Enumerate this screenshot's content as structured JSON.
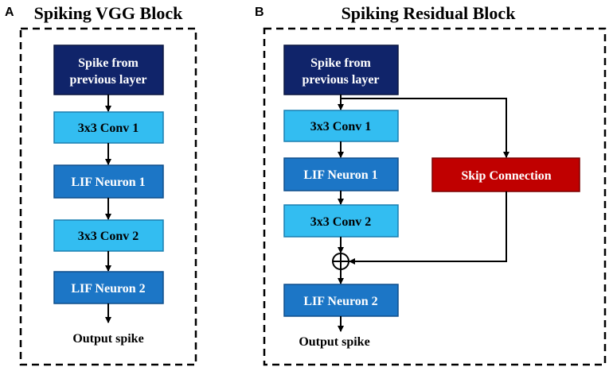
{
  "panel_a": {
    "letter": "A",
    "title": "Spiking VGG Block",
    "input_line1": "Spike from",
    "input_line2": "previous layer",
    "conv1": "3x3 Conv 1",
    "lif1": "LIF Neuron 1",
    "conv2": "3x3 Conv 2",
    "lif2": "LIF Neuron 2",
    "output": "Output spike"
  },
  "panel_b": {
    "letter": "B",
    "title": "Spiking Residual Block",
    "input_line1": "Spike from",
    "input_line2": "previous layer",
    "conv1": "3x3 Conv 1",
    "lif1": "LIF Neuron 1",
    "conv2": "3x3 Conv 2",
    "skip": "Skip Connection",
    "lif2": "LIF Neuron 2",
    "output": "Output spike"
  },
  "colors": {
    "input_block": "#10246a",
    "conv_block": "#33bdf1",
    "lif_block": "#1c76c6",
    "skip_block": "#c00000",
    "border_dark": "#000000"
  }
}
